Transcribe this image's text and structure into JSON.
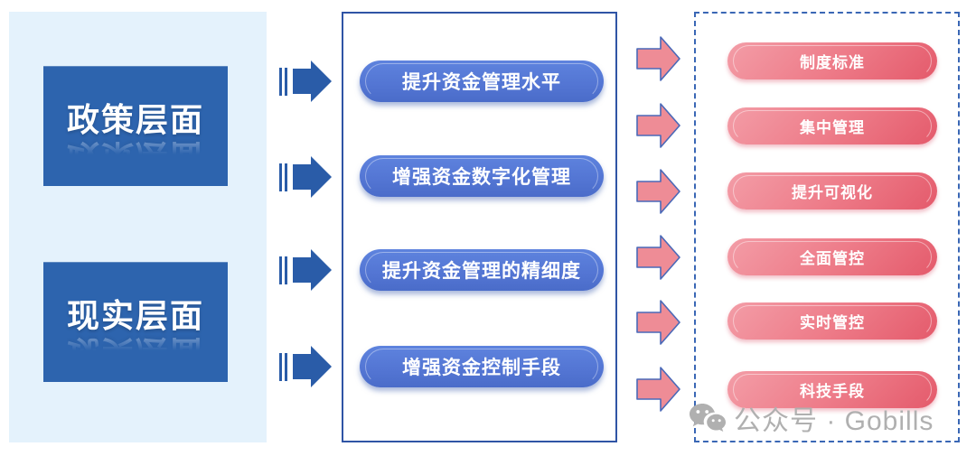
{
  "left_panel": {
    "items": [
      {
        "label": "政策层面"
      },
      {
        "label": "现实层面"
      }
    ]
  },
  "middle_panel": {
    "items": [
      {
        "label": "提升资金管理水平"
      },
      {
        "label": "增强资金数字化管理"
      },
      {
        "label": "提升资金管理的精细度"
      },
      {
        "label": "增强资金控制手段"
      }
    ]
  },
  "right_panel": {
    "items": [
      {
        "label": "制度标准"
      },
      {
        "label": "集中管理"
      },
      {
        "label": "提升可视化"
      },
      {
        "label": "全面管控"
      },
      {
        "label": "实时管控"
      },
      {
        "label": "科技手段"
      }
    ]
  },
  "watermark": {
    "label": "公众号 · Gobills",
    "icon": "wechat-icon"
  },
  "colors": {
    "panel_light_blue": "#e4f2fc",
    "category_box_blue": "#2d64ae",
    "arrow_blue": "#2a5ca8",
    "middle_border_blue": "#2f54a5",
    "middle_pill_blue": "#5375d3",
    "pink_arrow_fill": "#ee8c96",
    "pink_arrow_stroke": "#4a69b8",
    "right_pill_pink_top": "#f39da7",
    "right_pill_pink_bottom": "#e45a6b",
    "dashed_border_blue": "#3a67b5",
    "watermark_gray": "#b0b0b0"
  }
}
